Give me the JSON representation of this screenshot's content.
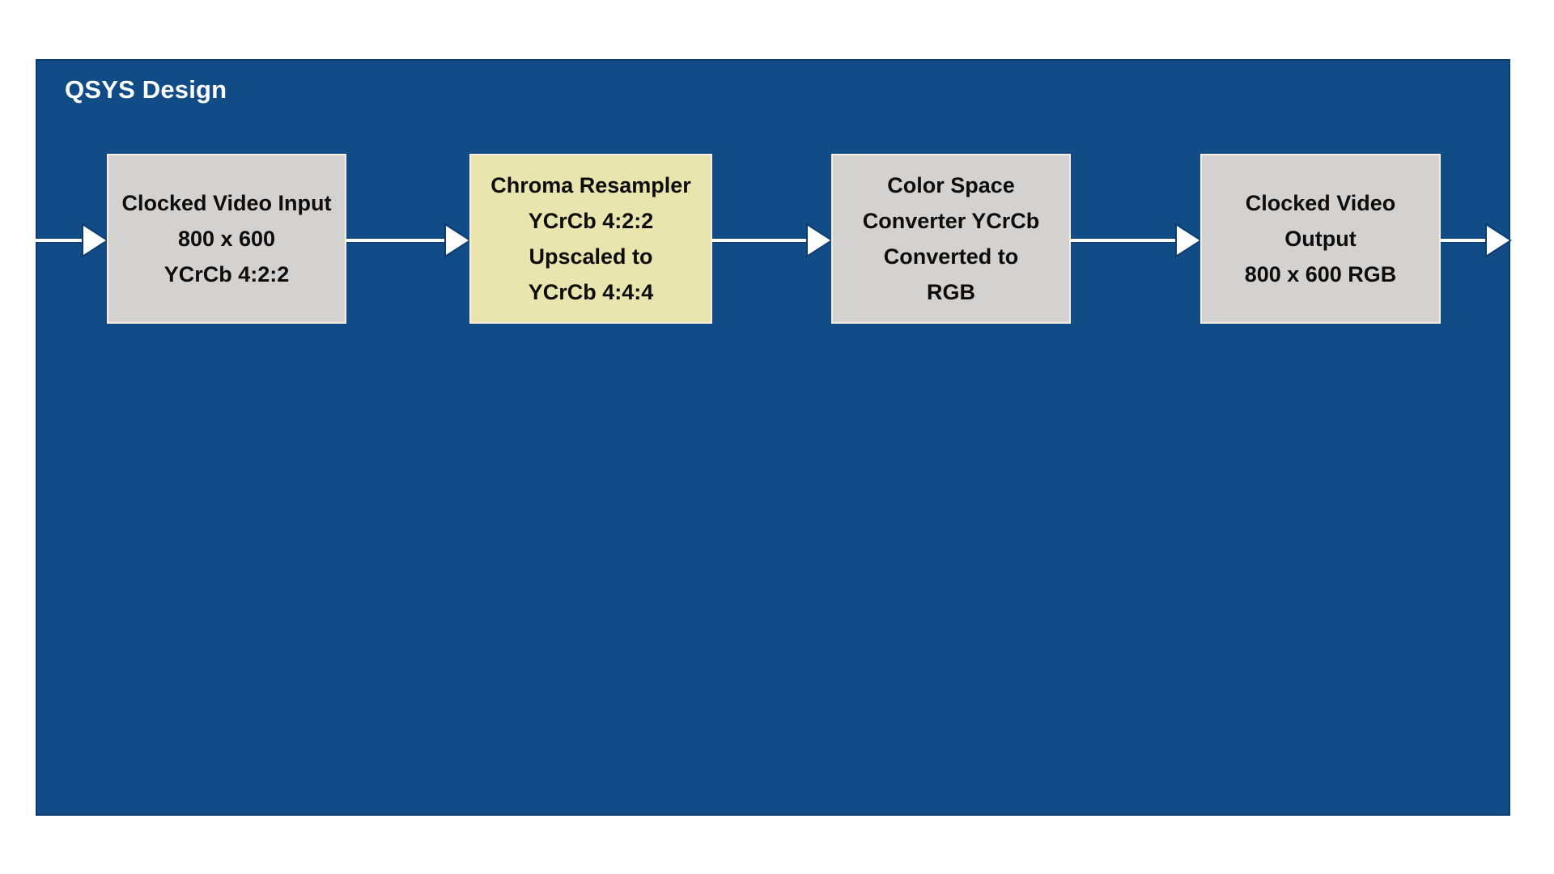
{
  "diagram": {
    "title": "QSYS Design",
    "blocks": [
      {
        "id": "clocked-video-input",
        "highlighted": false,
        "lines": [
          "Clocked Video Input",
          "800 x 600",
          "YCrCb 4:2:2"
        ]
      },
      {
        "id": "chroma-resampler",
        "highlighted": true,
        "lines": [
          "Chroma Resampler",
          "YCrCb 4:2:2",
          "Upscaled to",
          "YCrCb 4:4:4"
        ]
      },
      {
        "id": "color-space-converter",
        "highlighted": false,
        "lines": [
          "Color Space",
          "Converter YCrCb",
          "Converted to",
          "RGB"
        ]
      },
      {
        "id": "clocked-video-output",
        "highlighted": false,
        "lines": [
          "Clocked Video",
          "Output",
          "800 x 600 RGB"
        ]
      }
    ],
    "icons": {
      "flow_arrow": "right-pointing-triangle"
    },
    "colors": {
      "frame_background": "#124c86",
      "frame_border": "#0d3c6e",
      "block_fill": "#d3d2d1",
      "highlight_fill": "#e8e5af",
      "block_border": "#f7eedd",
      "block_text": "#0d0d0d",
      "title_color": "#ffffff",
      "arrow_fill": "#ffffff",
      "arrow_outline": "#0d3c6e"
    }
  }
}
